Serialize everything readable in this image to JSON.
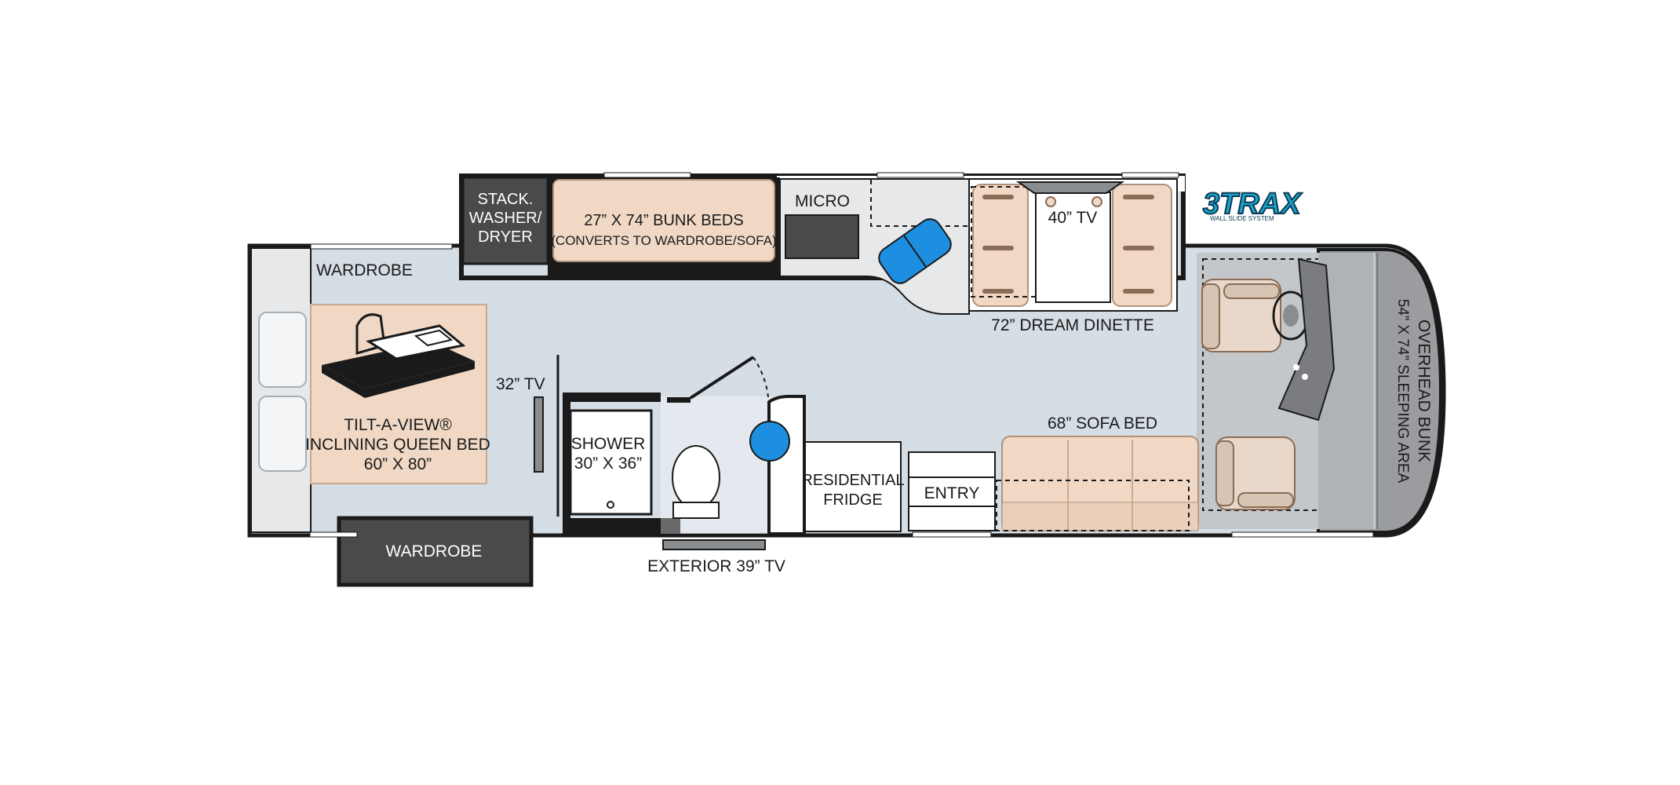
{
  "labels": {
    "stack_washer_line1": "STACK.",
    "stack_washer_line2": "WASHER/",
    "stack_washer_line3": "DRYER",
    "bunk_beds_line1": "27” X 74” BUNK BEDS",
    "bunk_beds_line2": "(CONVERTS TO WARDROBE/SOFA)",
    "micro": "MICRO",
    "tv_40": "40” TV",
    "dinette": "72” DREAM DINETTE",
    "wardrobe_top": "WARDROBE",
    "tv_32": "32” TV",
    "bed_line1": "TILT-A-VIEW®",
    "bed_line2": "INCLINING QUEEN BED",
    "bed_line3": "60” X 80”",
    "shower_line1": "SHOWER",
    "shower_line2": "30” X 36”",
    "fridge_line1": "RESIDENTIAL",
    "fridge_line2": "FRIDGE",
    "entry": "ENTRY",
    "sofa_bed": "68” SOFA BED",
    "wardrobe_bottom": "WARDROBE",
    "exterior_tv": "EXTERIOR 39” TV",
    "overhead_line1": "OVERHEAD BUNK",
    "overhead_line2": "54” X 74” SLEEPING AREA"
  },
  "logo": {
    "text": "3TRAX",
    "subtext": "WALL SLIDE SYSTEM"
  },
  "colors": {
    "floor": "#d5dde5",
    "wall": "#1a1a1a",
    "bed": "#f0d8c5",
    "cabinet_dark": "#4a4a4a",
    "accent_blue": "#1e8fe0",
    "cab_gray": "#9a9c9f",
    "logo_teal": "#1aa3c8"
  }
}
